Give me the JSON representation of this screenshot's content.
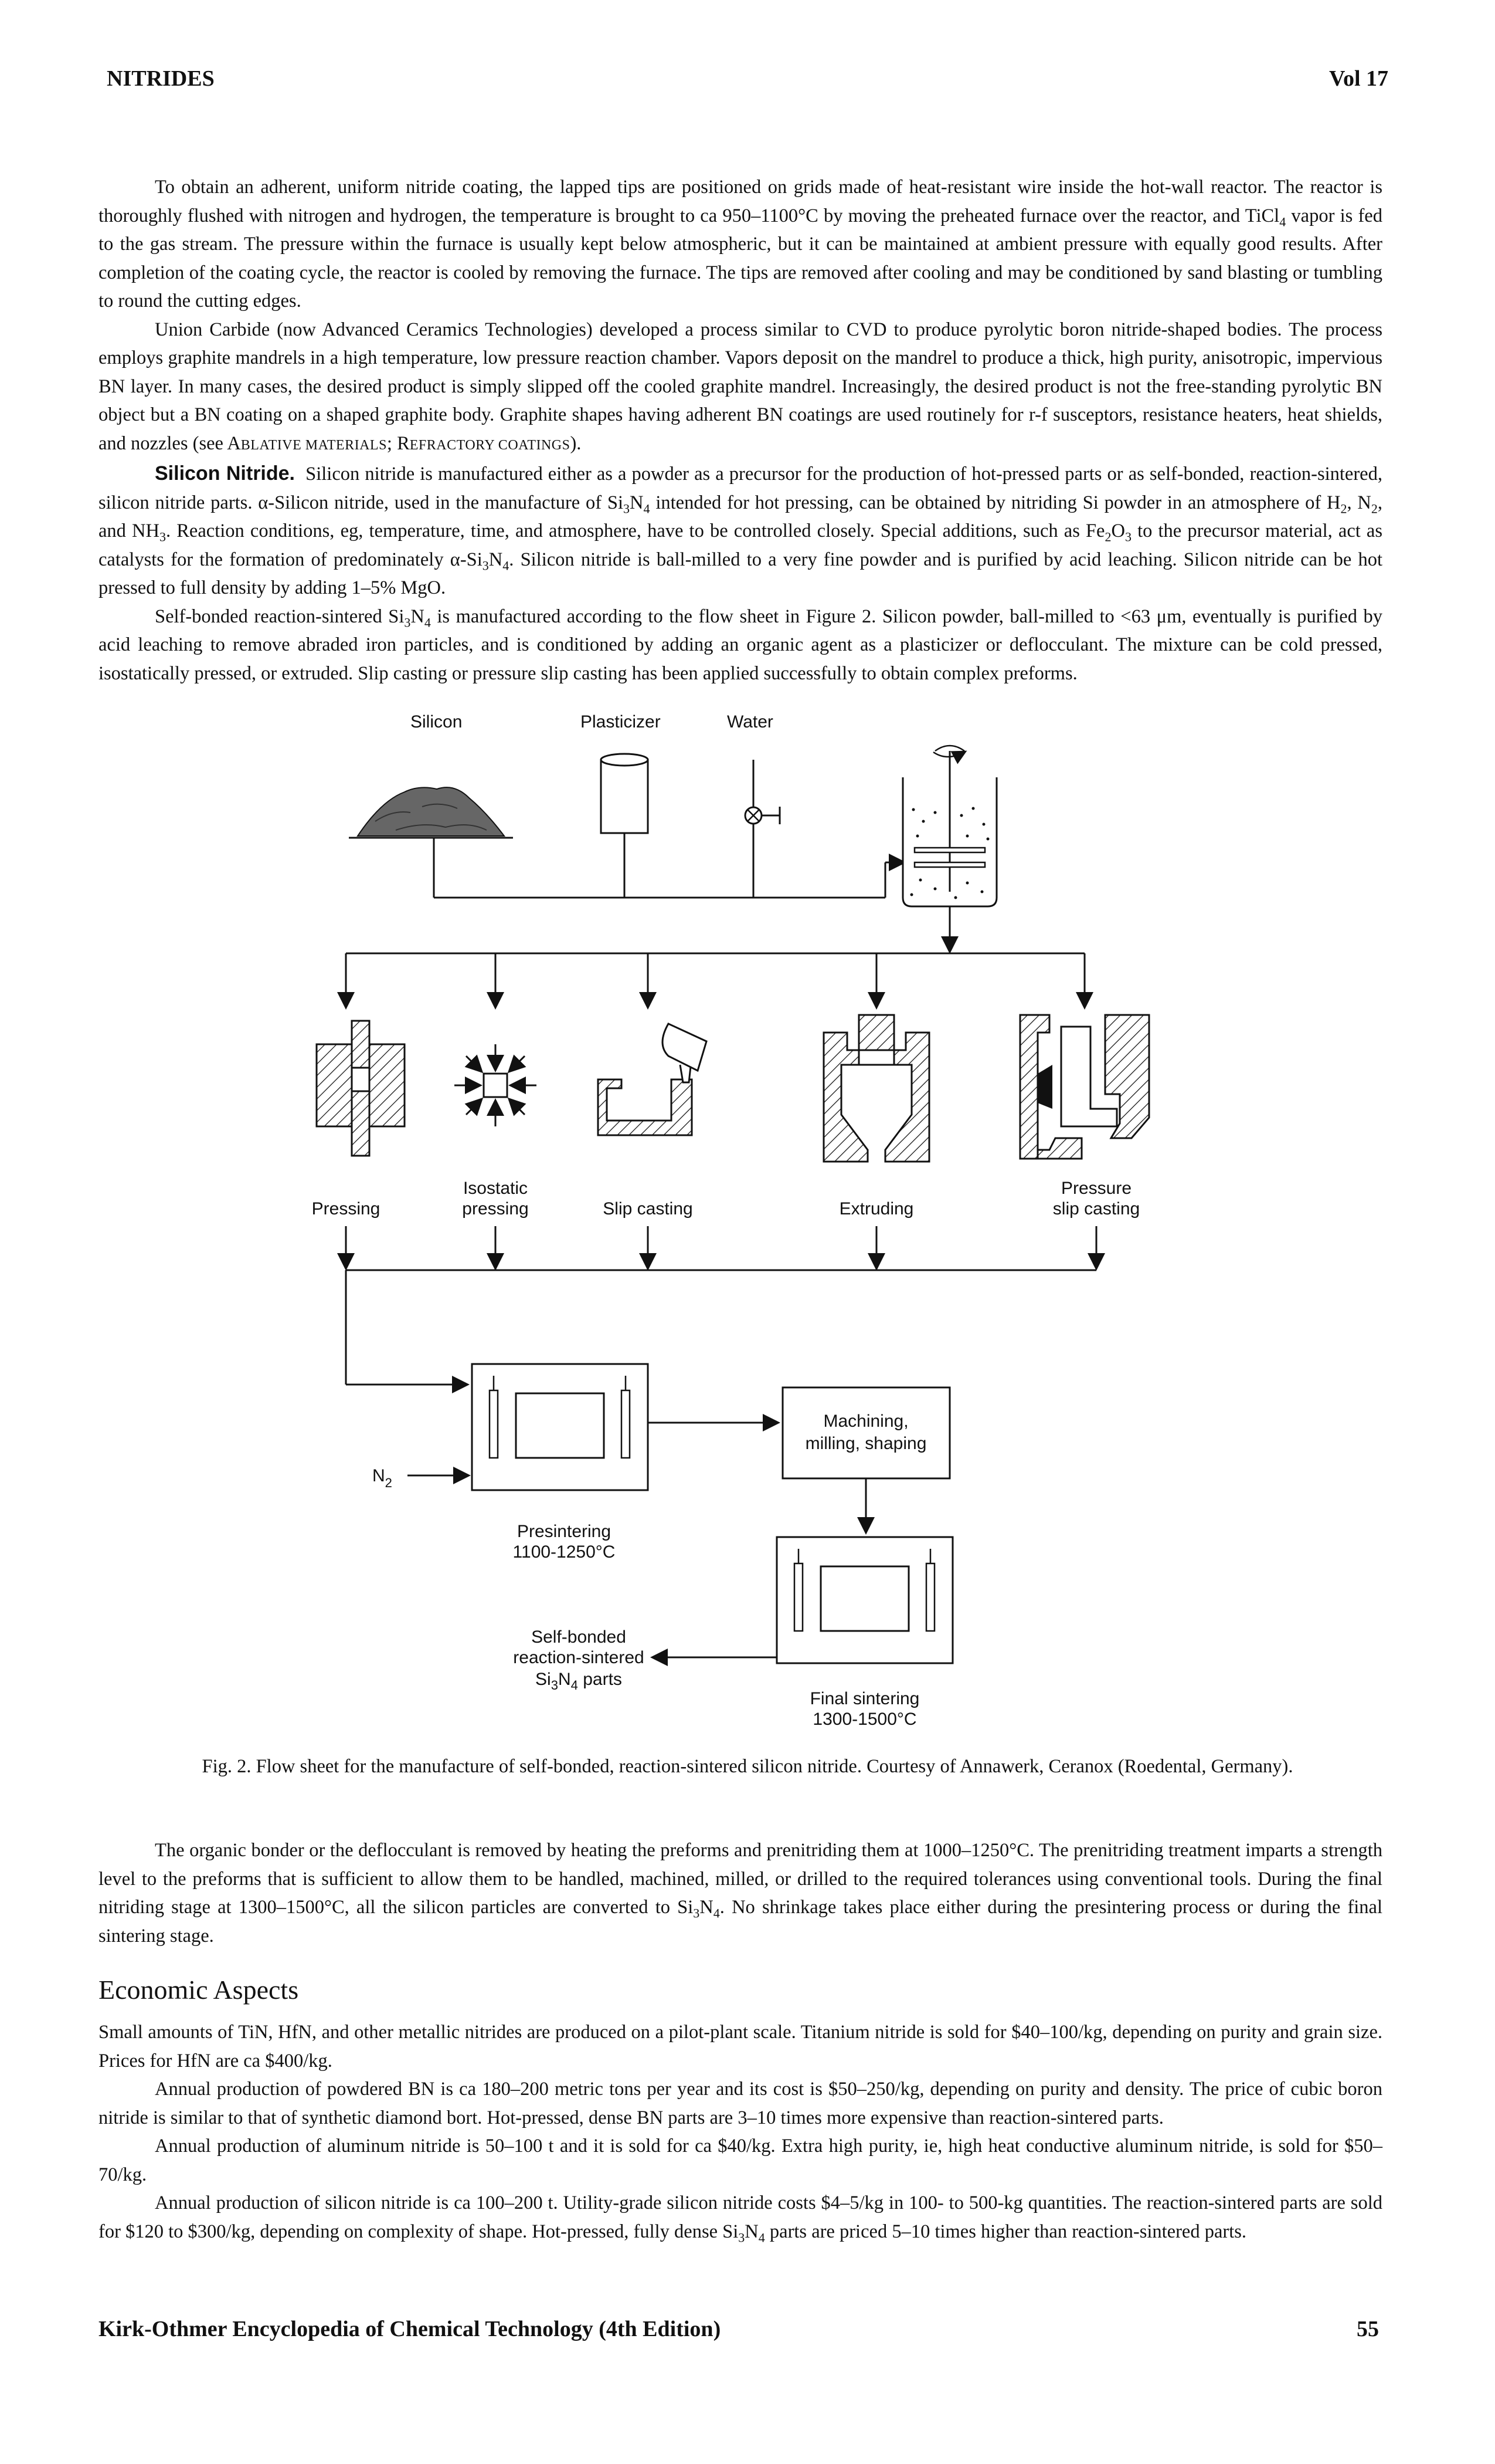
{
  "header": {
    "section": "NITRIDES",
    "volume": "Vol 17"
  },
  "figure": {
    "labels": {
      "silicon": "Silicon",
      "plasticizer": "Plasticizer",
      "water": "Water",
      "pressing": "Pressing",
      "isostatic_1": "Isostatic",
      "isostatic_2": "pressing",
      "slip_casting": "Slip casting",
      "extruding": "Extruding",
      "pressure_1": "Pressure",
      "pressure_2": "slip casting",
      "n2": "N",
      "n2_sub": "2",
      "presinter_1": "Presintering",
      "presinter_2": "1100-1250°C",
      "machining_1": "Machining,",
      "machining_2": "milling, shaping",
      "selfbonded_1": "Self-bonded",
      "selfbonded_2": "reaction-sintered",
      "selfbonded_3a": "Si",
      "selfbonded_3b": "3",
      "selfbonded_3c": "N",
      "selfbonded_3d": "4",
      "selfbonded_3e": " parts",
      "final_1": "Final sintering",
      "final_2": "1300-1500°C"
    },
    "caption": "Fig. 2. Flow sheet for the manufacture of self-bonded, reaction-sintered silicon nitride. Courtesy of Annawerk, Ceranox (Roedental, Germany)."
  },
  "economic_heading": "Economic Aspects",
  "footer": {
    "title": "Kirk-Othmer Encyclopedia of Chemical Technology (4th Edition)",
    "page": "55"
  }
}
